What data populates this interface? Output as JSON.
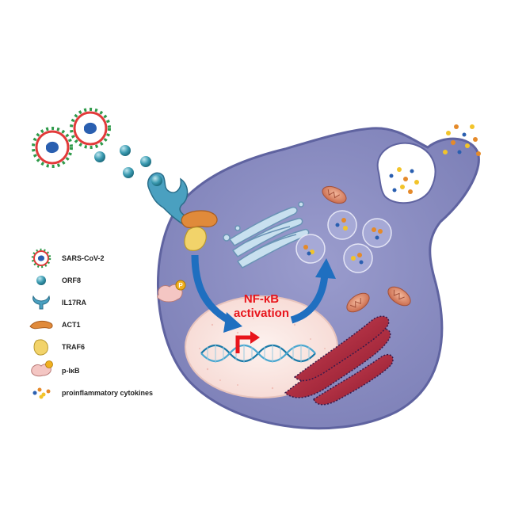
{
  "nucleus_label": {
    "line1": "NF-κB",
    "line2": "activation"
  },
  "legend": {
    "items": [
      {
        "label": "SARS-CoV-2",
        "icon": "sars-cov-2-icon"
      },
      {
        "label": "ORF8",
        "icon": "orf8-icon"
      },
      {
        "label": "IL17RA",
        "icon": "il17ra-icon"
      },
      {
        "label": "ACT1",
        "icon": "act1-icon"
      },
      {
        "label": "TRAF6",
        "icon": "traf6-icon"
      },
      {
        "label": "p-IκB",
        "icon": "p-ikb-icon"
      },
      {
        "label": "proinflammatory cytokines",
        "icon": "cytokines-icon"
      }
    ]
  },
  "phospho_mark": "P",
  "colors": {
    "cell": "#8f92c4",
    "cell_outline": "#6a6ea6",
    "nucleus": "#fbe6e2",
    "arrow": "#1f6fc0",
    "dna_arrow": "#e8141b",
    "label": "#e8141b",
    "orf8": "#3a9ab0",
    "act1": "#e08a3a",
    "traf6": "#f2d36a",
    "er": "#b0213a",
    "mito": "#d9846a"
  }
}
